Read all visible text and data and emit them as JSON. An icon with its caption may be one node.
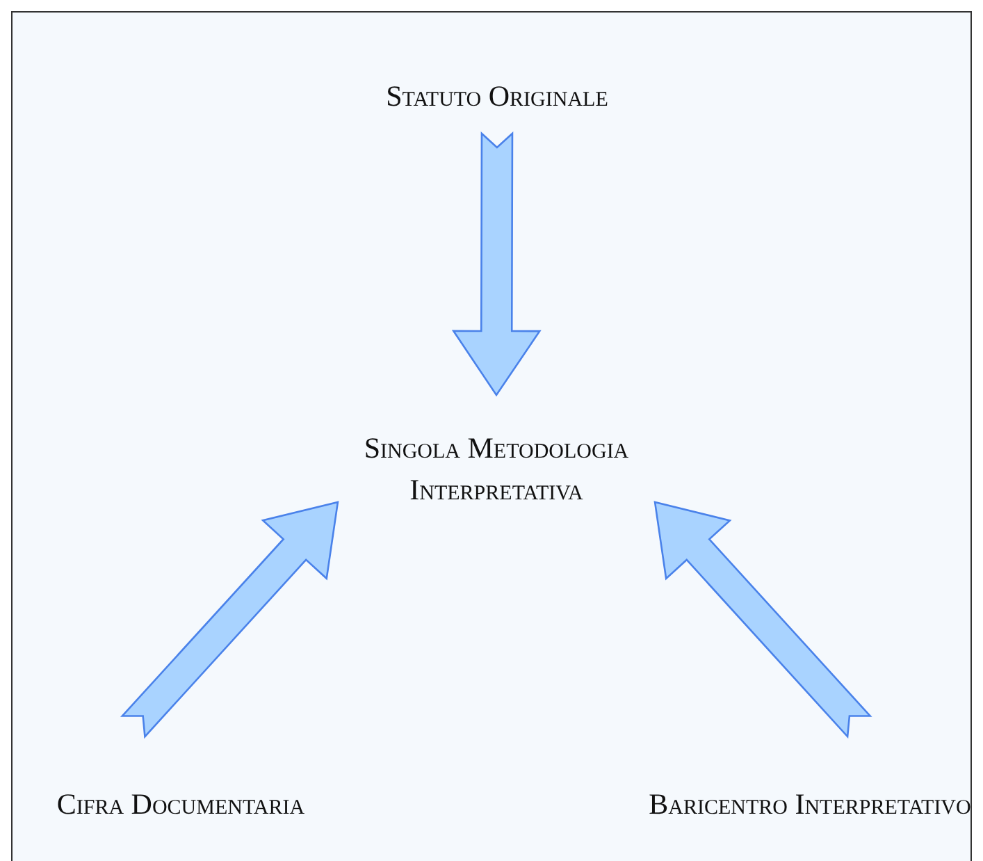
{
  "diagram": {
    "nodes": [
      {
        "text": [
          "Statuto Originale"
        ]
      },
      {
        "text": [
          "Singola Metodologia Interpretativa"
        ]
      },
      {
        "text": [
          "Cifra Documentaria"
        ]
      },
      {
        "text": [
          "Baricentro Interpretativo"
        ]
      }
    ],
    "edges": [
      {
        "from": 0,
        "to": 1,
        "arrow": "to"
      },
      {
        "from": 2,
        "to": 1,
        "arrow": "to"
      },
      {
        "from": 3,
        "to": 1,
        "arrow": "to"
      }
    ]
  }
}
